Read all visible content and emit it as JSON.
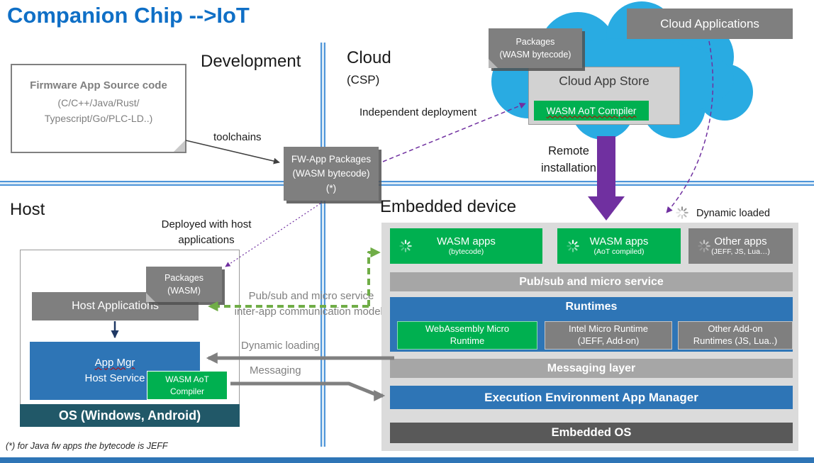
{
  "title": "Companion Chip -->IoT",
  "footnote": "(*) for Java fw apps the bytecode is JEFF",
  "sections": {
    "development": "Development",
    "cloud": "Cloud",
    "cloud_sub": "(CSP)",
    "host": "Host",
    "embedded": "Embedded device"
  },
  "development": {
    "firmware_title": "Firmware App Source code",
    "firmware_body": "(C/C++/Java/Rust/\nTypescript/Go/PLC-LD..)",
    "toolchains_label": "toolchains",
    "fw_packages": "FW-App Packages\n(WASM bytecode)\n(*)"
  },
  "cloud": {
    "packages_note": "Packages\n(WASM bytecode)",
    "app_store": "Cloud App Store",
    "aot_compiler": "WASM AoT Compiler",
    "applications": "Cloud Applications",
    "independent_deployment": "Independent deployment",
    "remote_installation": "Remote\ninstallation"
  },
  "host": {
    "deployed_label": "Deployed with host\napplications",
    "packages_note": "Packages\n(WASM)",
    "applications": "Host Applications",
    "app_mgr_line1": "App Mgr",
    "app_mgr_line2": "Host Service",
    "aot_compiler": "WASM AoT\nCompiler",
    "os": "OS (Windows, Android)",
    "pubsub_label": "Pub/sub and micro service\ninter-app communication models",
    "dynamic_loading": "Dynamic loading",
    "messaging": "Messaging"
  },
  "embedded": {
    "dynamic_loaded": "Dynamic loaded",
    "apps": [
      {
        "title": "WASM apps",
        "sub": "(bytecode)"
      },
      {
        "title": "WASM apps",
        "sub": "(AoT compiled)"
      },
      {
        "title": "Other apps",
        "sub": "(JEFF, JS, Lua…)"
      }
    ],
    "pubsub_bar": "Pub/sub and micro service",
    "runtimes_title": "Runtimes",
    "runtimes": [
      {
        "label": "WebAssembly Micro\nRuntime"
      },
      {
        "label": "Intel Micro Runtime\n(JEFF, Add-on)"
      },
      {
        "label": "Other Add-on\nRuntimes (JS, Lua..)"
      }
    ],
    "messaging_bar": "Messaging layer",
    "exec_bar": "Execution Environment App Manager",
    "os_bar": "Embedded OS"
  },
  "colors": {
    "title_blue": "#0F6FC6",
    "accent_blue": "#2E75B6",
    "green": "#00B050",
    "gray": "#7F7F7F",
    "light_gray_bar": "#A6A6A6",
    "dark_gray": "#595959",
    "host_os_teal": "#215868",
    "purple": "#7030A0",
    "cloud_blue": "#29ABE2",
    "divider_blue": "#4E95D9"
  }
}
